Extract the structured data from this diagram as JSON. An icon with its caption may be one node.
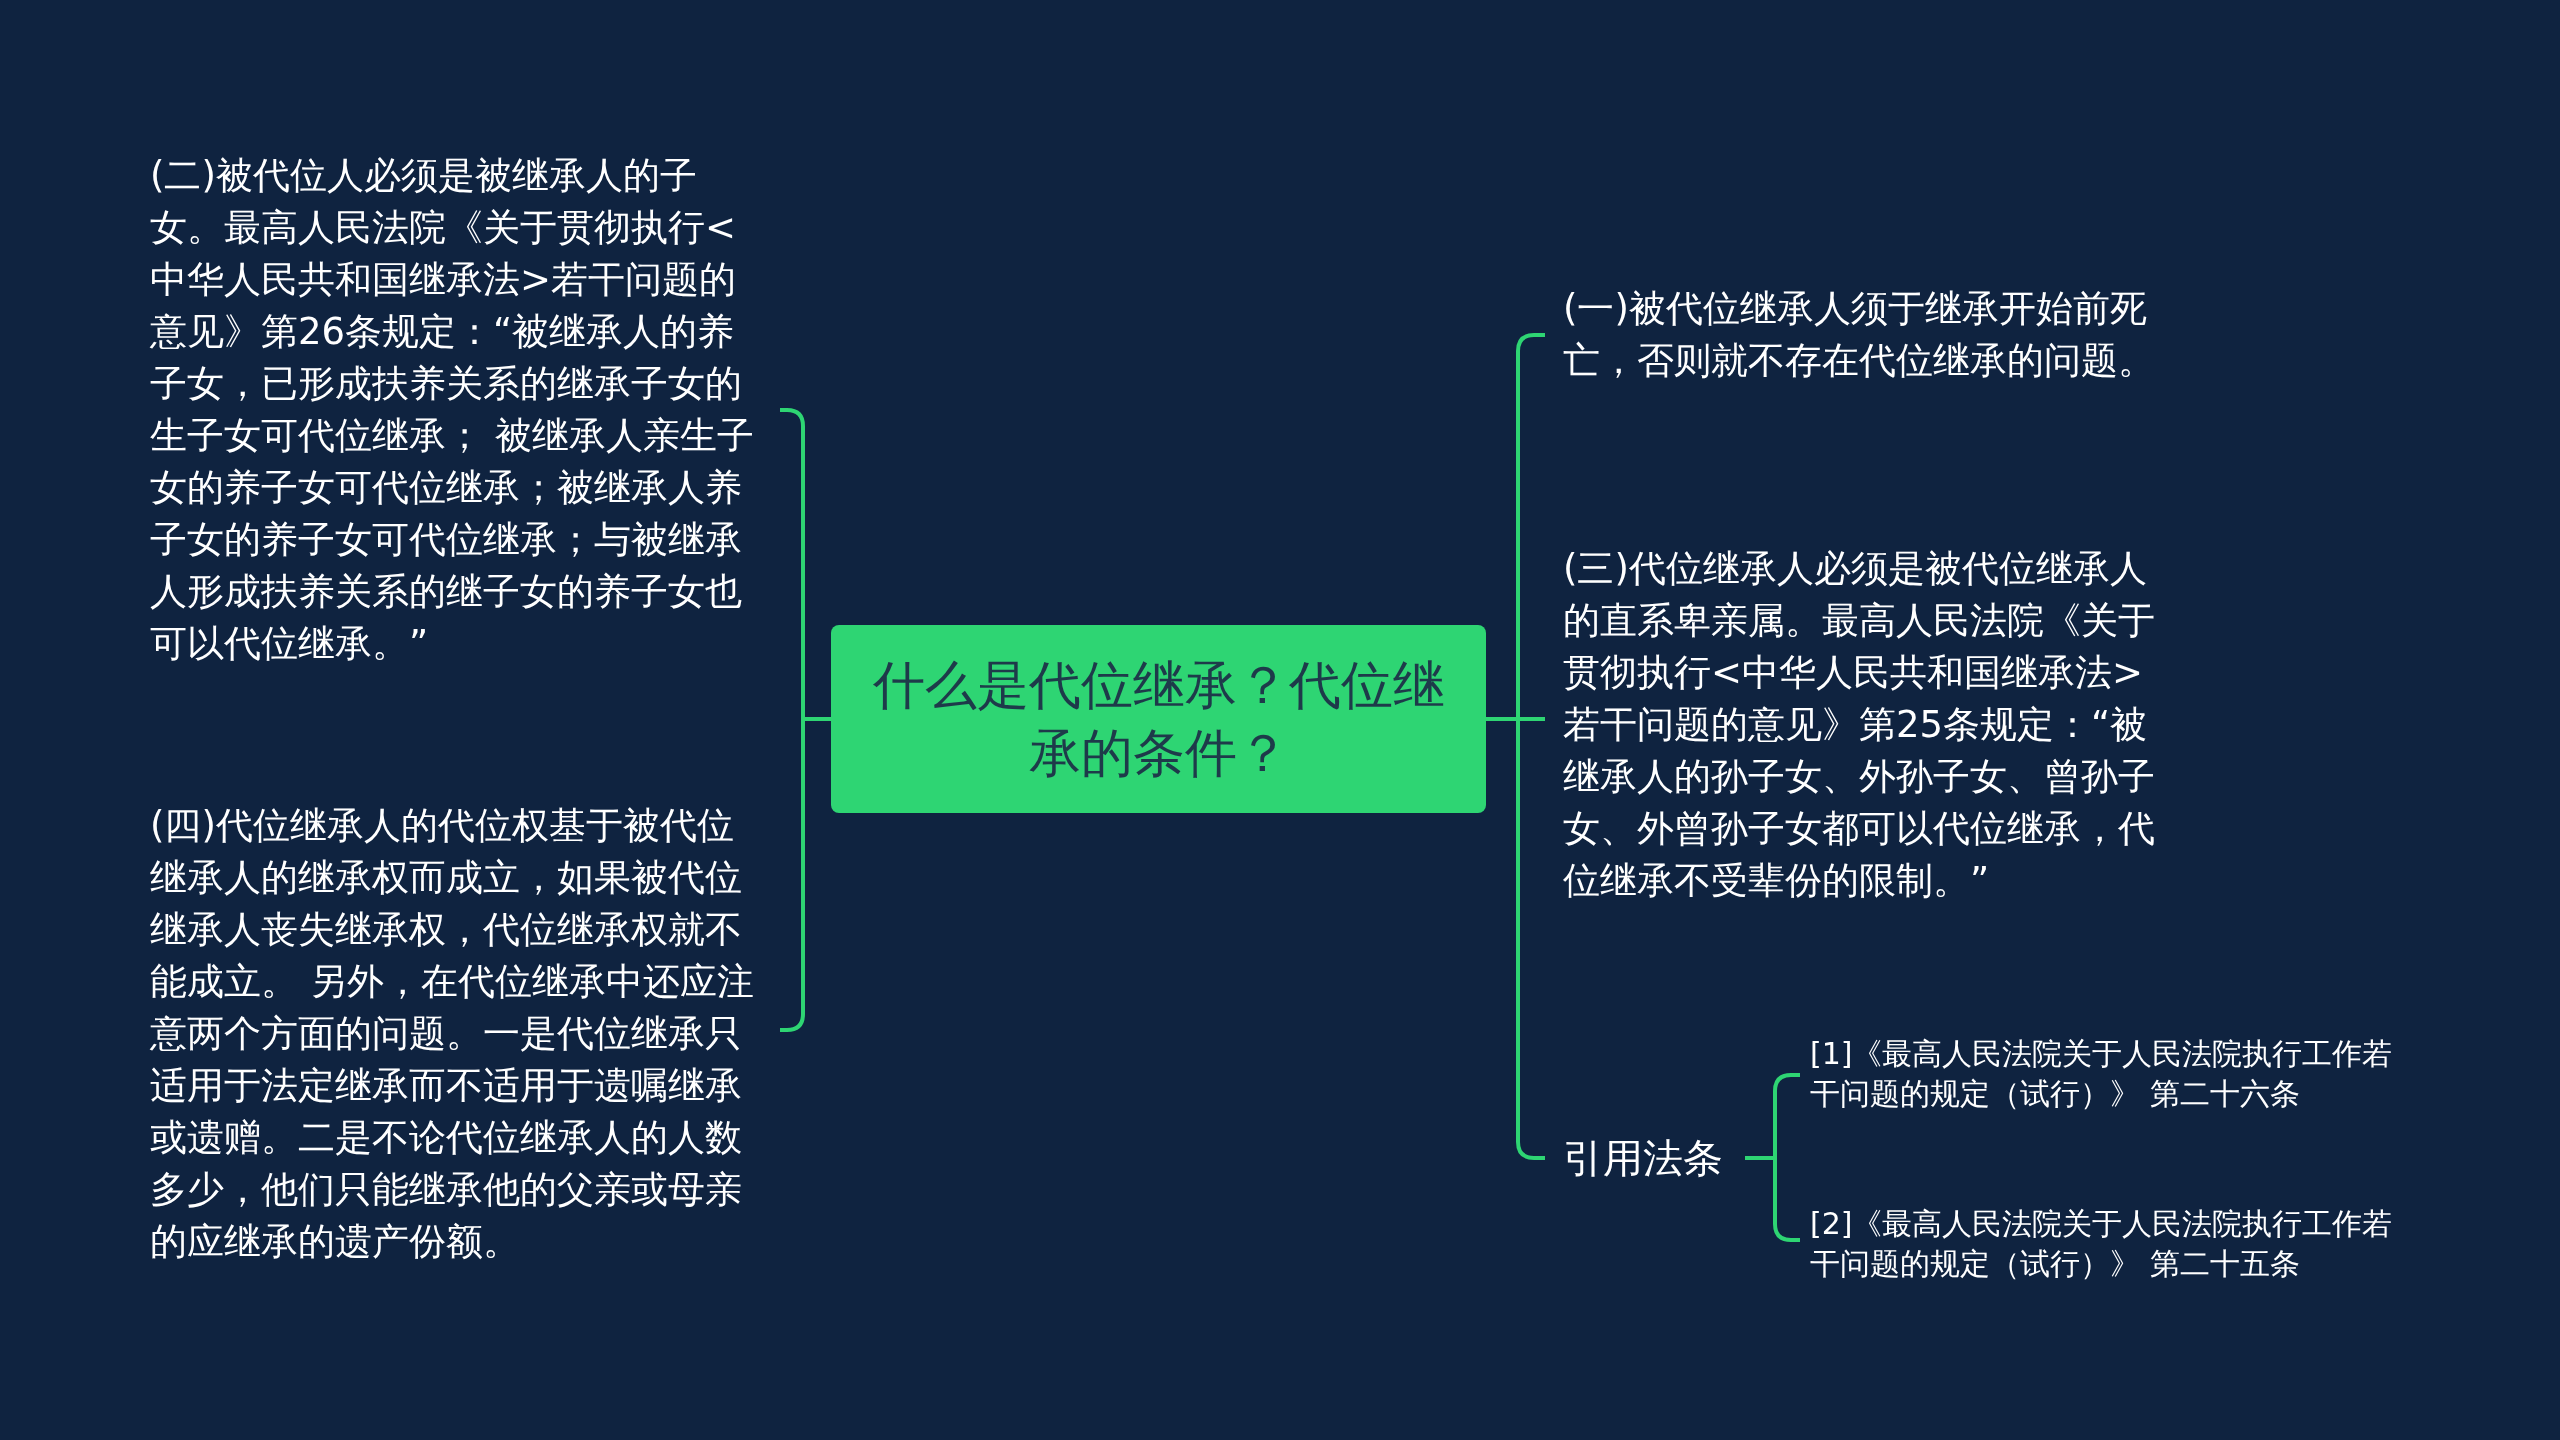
{
  "diagram": {
    "nodes": [
      {
        "text": [
          "什么是代位继承？代位继承的条件？"
        ]
      },
      {
        "text": [
          "(二)被代位人必须是被继承人的子女。最高人民法院《关于贯彻执行<中华人民共和国继承法>若干问题的意见》第26条规定：“被继承人的养子女，已形成扶养关系的继承子女的生子女可代位继承； 被继承人亲生子女的养子女可代位继承；被继承人养子女的养子女可代位继承；与被继承人形成扶养关系的继子女的养子女也可以代位继承。”"
        ]
      },
      {
        "text": [
          "(四)代位继承人的代位权基于被代位继承人的继承权而成立，如果被代位继承人丧失继承权，代位继承权就不能成立。 另外，在代位继承中还应注意两个方面的问题。一是代位继承只适用于法定继承而不适用于遗嘱继承或遗赠。二是不论代位继承人的人数多少，他们只能继承他的父亲或母亲的应继承的遗产份额。"
        ]
      },
      {
        "text": [
          "(一)被代位继承人须于继承开始前死亡，否则就不存在代位继承的问题。"
        ]
      },
      {
        "text": [
          "(三)代位继承人必须是被代位继承人的直系卑亲属。最高人民法院《关于贯彻执行<中华人民共和国继承法>若干问题的意见》第25条规定：“被继承人的孙子女、外孙子女、曾孙子女、外曾孙子女都可以代位继承，代位继承不受辈份的限制。”"
        ]
      },
      {
        "text": [
          "引用法条"
        ]
      },
      {
        "text": [
          "[1]《最高人民法院关于人民法院执行工作若干问题的规定（试行）》 第二十六条"
        ]
      },
      {
        "text": [
          "[2]《最高人民法院关于人民法院执行工作若干问题的规定（试行）》 第二十五条"
        ]
      }
    ],
    "edges": [
      {
        "from": 0,
        "to": 1,
        "arrow": "none"
      },
      {
        "from": 0,
        "to": 2,
        "arrow": "none"
      },
      {
        "from": 0,
        "to": 3,
        "arrow": "none"
      },
      {
        "from": 0,
        "to": 4,
        "arrow": "none"
      },
      {
        "from": 0,
        "to": 5,
        "arrow": "none"
      },
      {
        "from": 5,
        "to": 6,
        "arrow": "none"
      },
      {
        "from": 5,
        "to": 7,
        "arrow": "none"
      }
    ]
  }
}
